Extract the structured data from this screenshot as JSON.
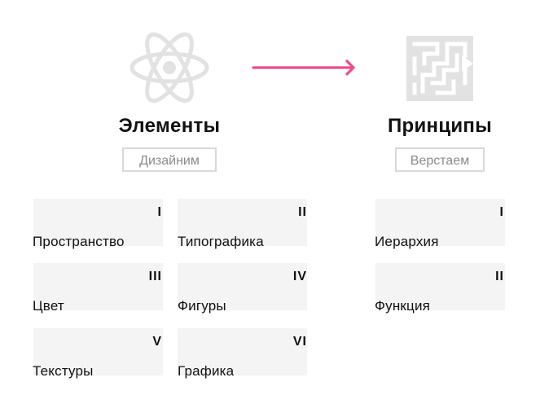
{
  "colors": {
    "arrow": "#ee4a8c",
    "icon": "#e2e2e2",
    "card_bg": "#f4f4f4",
    "badge_border": "#d9d9d9",
    "badge_text": "#8a8a8a"
  },
  "left": {
    "icon": "atom-icon",
    "title": "Элементы",
    "badge": "Дизайним",
    "cards": [
      {
        "numeral": "I",
        "label": "Пространство"
      },
      {
        "numeral": "II",
        "label": "Типографика"
      },
      {
        "numeral": "III",
        "label": "Цвет"
      },
      {
        "numeral": "IV",
        "label": "Фигуры"
      },
      {
        "numeral": "V",
        "label": "Текстуры"
      },
      {
        "numeral": "VI",
        "label": "Графика"
      }
    ]
  },
  "right": {
    "icon": "maze-icon",
    "title": "Принципы",
    "badge": "Верстаем",
    "cards": [
      {
        "numeral": "I",
        "label": "Иерархия"
      },
      {
        "numeral": "II",
        "label": "Функция"
      }
    ]
  }
}
